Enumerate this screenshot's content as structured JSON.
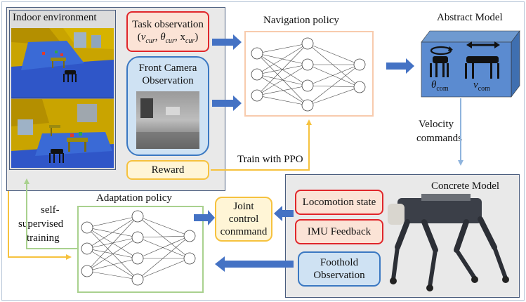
{
  "indoor_env": {
    "title": "Indoor environment"
  },
  "task_observation": {
    "title": "Task observation",
    "formula": {
      "v": "v",
      "v_sub": "cur",
      "theta": "θ",
      "theta_sub": "cur",
      "x": "x",
      "x_sub": "cur"
    }
  },
  "front_camera": {
    "title_line1": "Front Camera",
    "title_line2": "Observation"
  },
  "reward": {
    "label": "Reward"
  },
  "navigation_policy": {
    "title": "Navigation policy"
  },
  "train_with_ppo": {
    "label": "Train with PPO"
  },
  "abstract_model": {
    "title": "Abstract Model",
    "theta_com": "θ",
    "theta_sub": "com",
    "v_com": "v",
    "v_sub": "com"
  },
  "velocity_commands": {
    "line1": "Velocity",
    "line2": "commands"
  },
  "concrete_model": {
    "title": "Concrete Model"
  },
  "locomotion_state": {
    "label": "Locomotion state"
  },
  "imu_feedback": {
    "label": "IMU Feedback"
  },
  "foothold_observation": {
    "line1": "Foothold",
    "line2": "Observation"
  },
  "joint_control": {
    "line1": "Joint",
    "line2": "control",
    "line3": "conmmand"
  },
  "adaptation_policy": {
    "title": "Adaptation policy"
  },
  "self_supervised": {
    "line1": "self-",
    "line2": "supervised",
    "line3": "training"
  },
  "colors": {
    "panel_bg": "#e9e9e9",
    "panel_border": "#4a5d7e",
    "red_border": "#e0262b",
    "red_fill": "#fbe3d6",
    "blue_border": "#3a78c2",
    "blue_fill": "#cfe2f3",
    "yellow_border": "#f6c23e",
    "yellow_fill": "#fff5d6",
    "nav_border": "#f8cbad",
    "adapt_border": "#a9d18e",
    "arrow_blue": "#4472c4",
    "arrow_light": "#8fb4dd",
    "arrow_yellow": "#f6c23e",
    "arrow_green": "#a9d18e"
  }
}
